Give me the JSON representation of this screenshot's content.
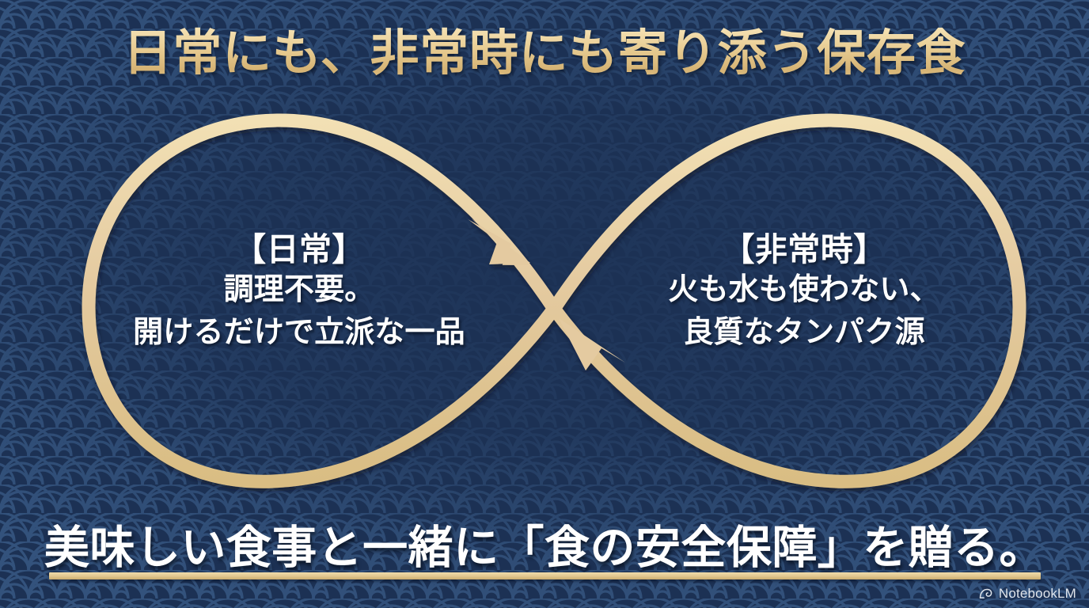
{
  "slide": {
    "title": "日常にも、非常時にも寄り添う保存食",
    "background_pattern": "seigaiha-wave-pattern"
  },
  "colors": {
    "background_navy": "#1c3154",
    "pattern_navy": "#2c4870",
    "gold": "#e0c68e",
    "gold_light": "#f2e0b4",
    "gold_dark": "#c9ab6e",
    "title_gold": "#edd39a",
    "text_white": "#ffffff"
  },
  "diagram": {
    "shape": "infinity-loop",
    "arrows": [
      {
        "name": "arrow-to-emergency",
        "direction": "down-right"
      },
      {
        "name": "arrow-to-daily",
        "direction": "up-left"
      }
    ],
    "left_block": {
      "heading": "【日常】",
      "lines": [
        "調理不要。",
        "開けるだけで立派な一品"
      ]
    },
    "right_block": {
      "heading": "【非常時】",
      "lines": [
        "火も水も使わない、",
        "良質なタンパク源"
      ]
    }
  },
  "banner": {
    "text": "美味しい食事と一緒に「食の安全保障」を贈る。",
    "underline": true
  },
  "watermark": {
    "icon": "notebooklm-spiral-icon",
    "label": "NotebookLM"
  }
}
